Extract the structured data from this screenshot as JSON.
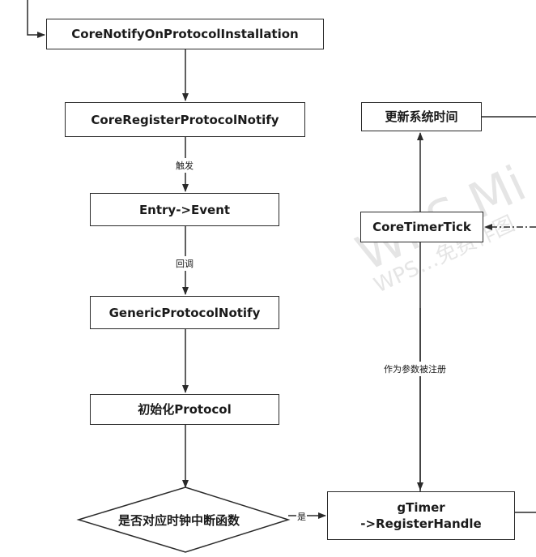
{
  "nodes": {
    "core_notify_install": "CoreNotifyOnProtocolInstallation",
    "core_register_notify": "CoreRegisterProtocolNotify",
    "entry_event": "Entry->Event",
    "generic_protocol_notify": "GenericProtocolNotify",
    "init_protocol": "初始化Protocol",
    "is_timer_interrupt": "是否对应时钟中断函数",
    "update_system_time": "更新系统时间",
    "core_timer_tick": "CoreTimerTick",
    "gtimer_line1": "gTimer",
    "gtimer_line2": "->RegisterHandle"
  },
  "edge_labels": {
    "trigger": "触发",
    "callback": "回调",
    "yes": "是",
    "registered_as_param": "作为参数被注册"
  },
  "watermark": {
    "line1": "WPS Mi",
    "line2": "WPS…免费作图"
  },
  "colors": {
    "stroke": "#2a2a2a",
    "text": "#1a1a1a",
    "background": "#ffffff"
  }
}
